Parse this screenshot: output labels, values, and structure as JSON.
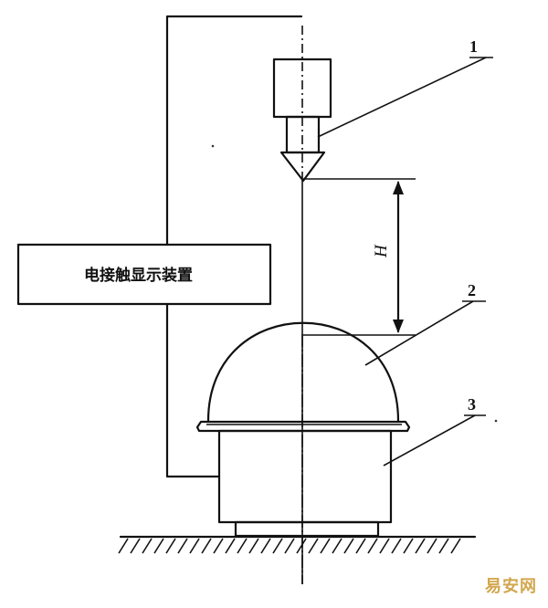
{
  "labels": {
    "display_device": "电接触显示装置",
    "part_1": "1",
    "part_2": "2",
    "part_3": "3",
    "height_symbol": "H"
  },
  "watermark": "易安网",
  "colors": {
    "line": "#111111",
    "watermark": "#d2a64d",
    "background": "#ffffff"
  }
}
